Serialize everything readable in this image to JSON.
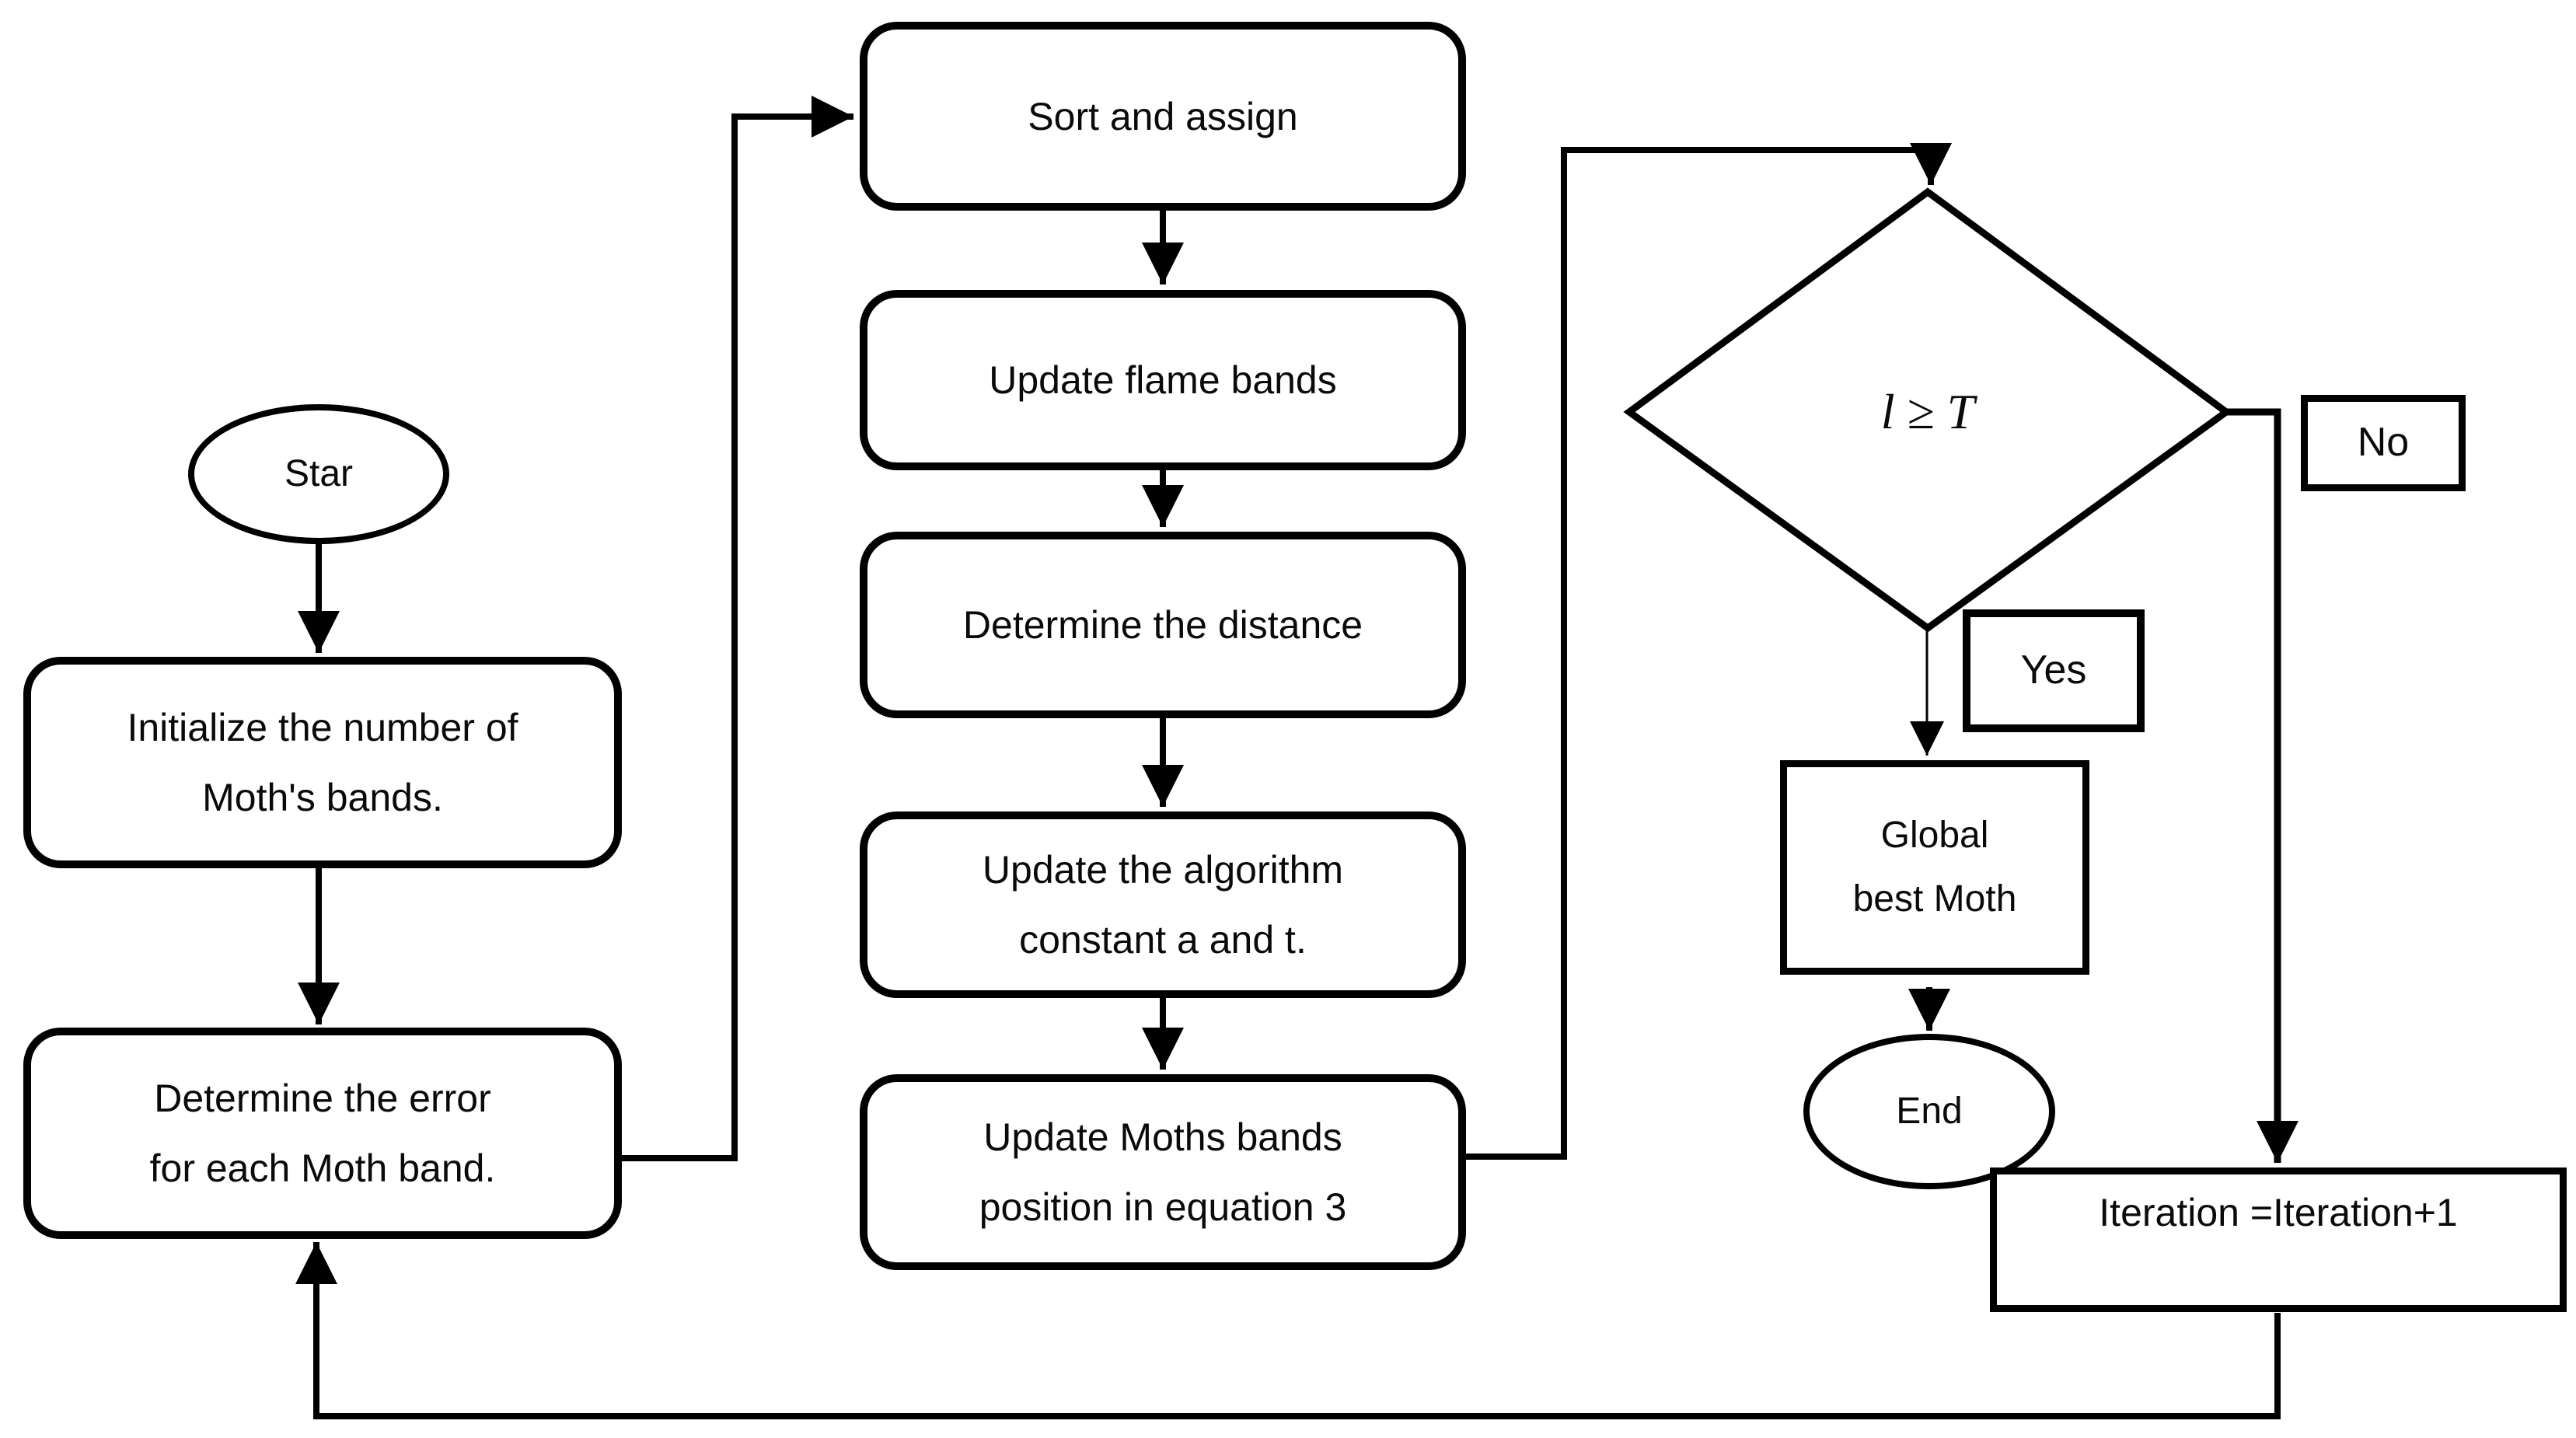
{
  "colors": {
    "stroke": "#000000",
    "fill": "#ffffff",
    "text": "#0a0a0a"
  },
  "nodes": {
    "start": {
      "label": "Star"
    },
    "init": {
      "lines": [
        "Initialize the number of",
        "Moth's bands."
      ]
    },
    "error": {
      "lines": [
        "Determine the error",
        "for each Moth band."
      ]
    },
    "sort": {
      "label": "Sort and assign"
    },
    "flame": {
      "label": "Update flame bands"
    },
    "distance": {
      "label": "Determine the distance"
    },
    "constants": {
      "lines": [
        "Update the algorithm",
        "constant a and t."
      ]
    },
    "position": {
      "lines": [
        "Update Moths bands",
        "position in equation 3"
      ]
    },
    "decision": {
      "label": "l ≥ T"
    },
    "global_best": {
      "lines": [
        "Global",
        "best Moth"
      ]
    },
    "end": {
      "label": "End"
    },
    "iteration": {
      "label": "Iteration =Iteration+1"
    }
  },
  "edge_labels": {
    "yes": "Yes",
    "no": "No"
  }
}
